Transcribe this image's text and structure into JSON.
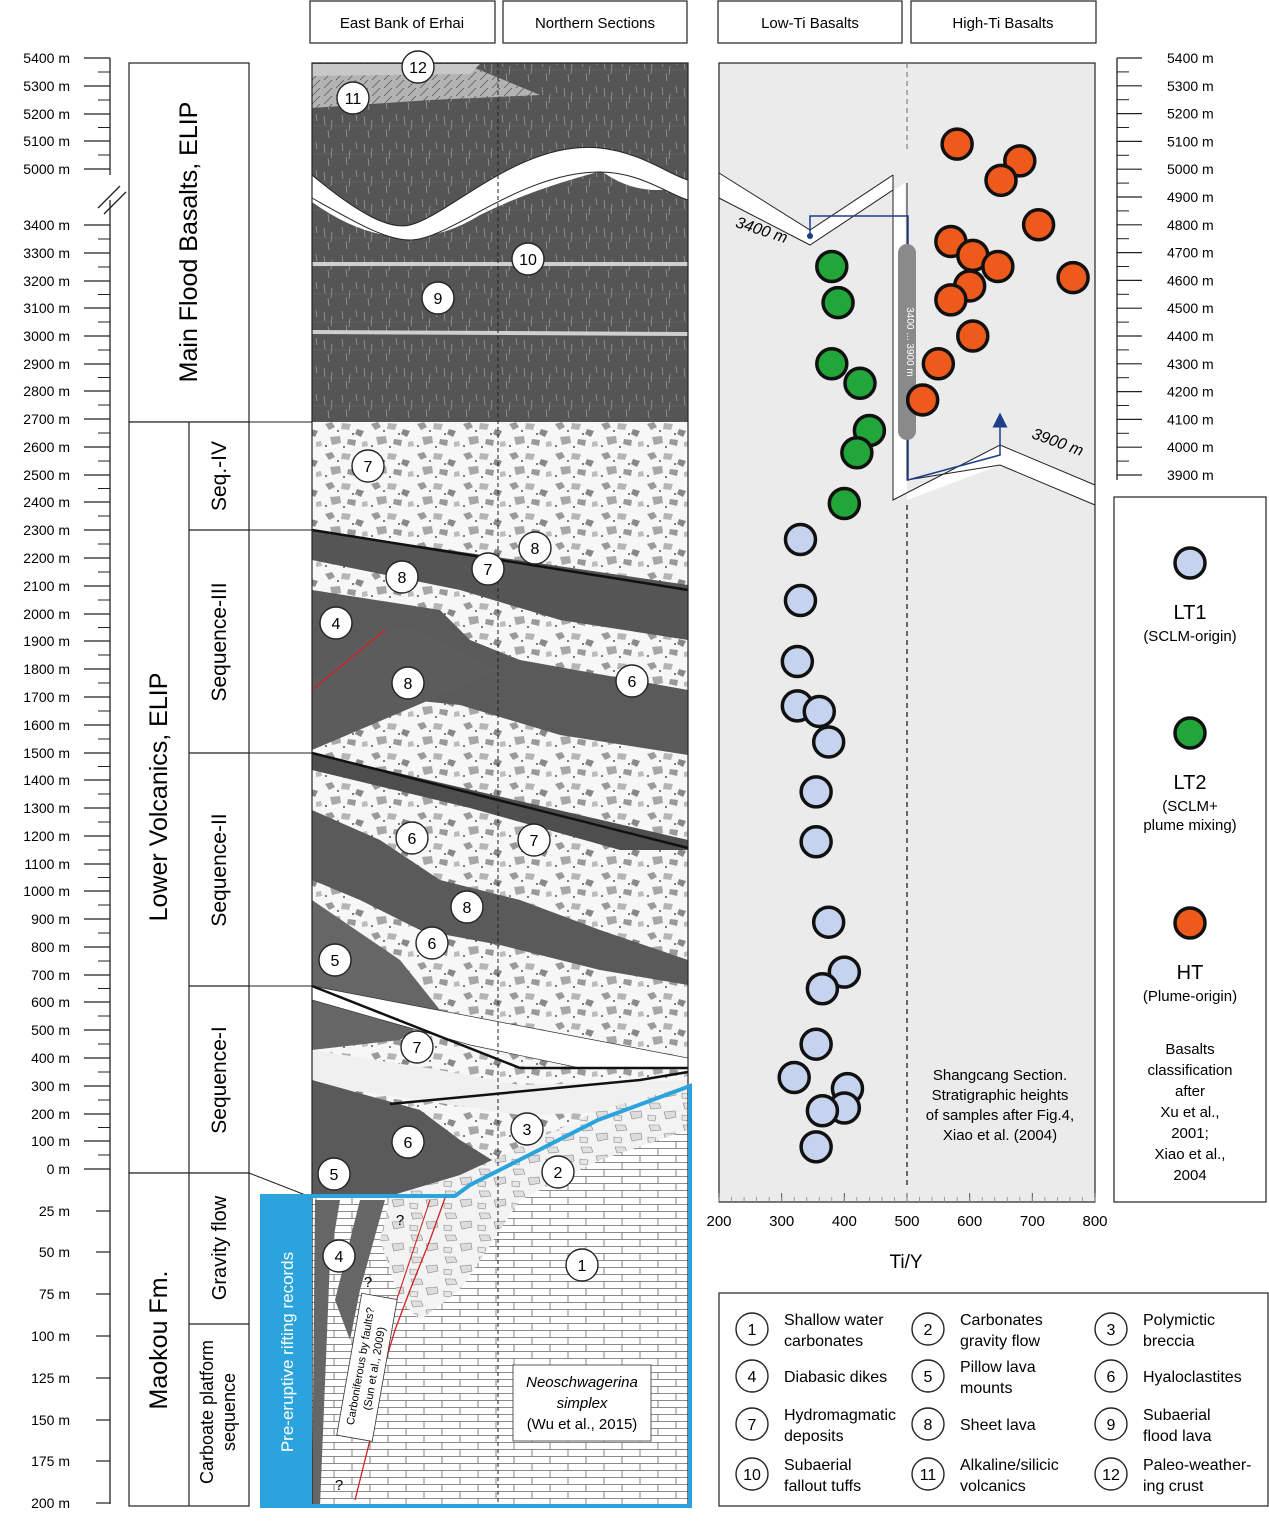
{
  "top_tabs": {
    "east_bank": "East Bank of Erhai",
    "northern": "Northern Sections",
    "low_ti": "Low-Ti Basalts",
    "high_ti": "High-Ti Basalts"
  },
  "left_scale": {
    "upper_ticks": [
      "5400 m",
      "5300 m",
      "5200 m",
      "5100 m",
      "5000 m",
      "3400 m",
      "3300 m",
      "3200 m",
      "3100 m",
      "3000 m",
      "2900 m",
      "2800 m",
      "2700 m",
      "2600 m",
      "2500 m",
      "2400 m",
      "2300 m",
      "2200 m",
      "2100 m",
      "2000 m",
      "1900 m",
      "1800 m",
      "1700 m",
      "1600 m",
      "1500 m",
      "1400 m",
      "1300 m",
      "1200 m",
      "1100 m",
      "1000 m",
      "900 m",
      "800 m",
      "700 m",
      "600 m",
      "500 m",
      "400 m",
      "300 m",
      "200 m",
      "100 m",
      "0 m"
    ],
    "lower_ticks": [
      "25 m",
      "50 m",
      "75 m",
      "100 m",
      "125 m",
      "150 m",
      "175 m",
      "200 m"
    ]
  },
  "right_scale": {
    "ticks": [
      "5400 m",
      "5300 m",
      "5200 m",
      "5100 m",
      "5000 m",
      "4900 m",
      "4800 m",
      "4700 m",
      "4600 m",
      "4500 m",
      "4400 m",
      "4300 m",
      "4200 m",
      "4100 m",
      "4000 m",
      "3900 m"
    ]
  },
  "units": {
    "main_flood": "Main Flood Basalts, ELIP",
    "lower_volcanics": "Lower Volcanics, ELIP",
    "maokou": "Maokou Fm.",
    "seq_iv": "Seq.-IV",
    "seq_iii": "Sequence-III",
    "seq_ii": "Sequence-II",
    "seq_i": "Sequence-I",
    "gravity_flow": "Gravity flow",
    "carb_platform_1": "Carboate platform",
    "carb_platform_2": "sequence",
    "rifting": "Pre-eruptive rifting records"
  },
  "annotations": {
    "carboniferous_1": "Carboniferous by faults?",
    "carboniferous_2": "(Sun et al., 2009)",
    "neo_1": "Neoschwagerina",
    "neo_2": "simplex",
    "neo_3": "(Wu et al., 2015)",
    "q": "?",
    "break_3400": "3400 m",
    "break_3900": "3900 m",
    "gap_label": "3400 ... 3900 m",
    "shangcang_1": "Shangcang Section.",
    "shangcang_2": "Stratigraphic heights",
    "shangcang_3": "of samples after Fig.4,",
    "shangcang_4": "Xiao et al. (2004)"
  },
  "legend_groups": [
    {
      "name": "LT1",
      "desc": [
        "(SCLM-origin)"
      ],
      "color": "#c5d3ee"
    },
    {
      "name": "LT2",
      "desc": [
        "(SCLM+",
        "plume mixing)"
      ],
      "color": "#22a63a"
    },
    {
      "name": "HT",
      "desc": [
        "(Plume-origin)"
      ],
      "color": "#ee5a1c"
    }
  ],
  "legend_note": [
    "Basalts",
    "classification",
    "after",
    "Xu et al.,",
    "2001;",
    "Xiao et al.,",
    "2004"
  ],
  "lithology_legend": [
    {
      "n": "1",
      "label": [
        "Shallow water",
        "carbonates"
      ]
    },
    {
      "n": "2",
      "label": [
        "Carbonates",
        "gravity flow"
      ]
    },
    {
      "n": "3",
      "label": [
        "Polymictic",
        "breccia"
      ]
    },
    {
      "n": "4",
      "label": [
        "Diabasic dikes"
      ]
    },
    {
      "n": "5",
      "label": [
        "Pillow lava",
        "mounts"
      ]
    },
    {
      "n": "6",
      "label": [
        "Hyaloclastites"
      ]
    },
    {
      "n": "7",
      "label": [
        "Hydromagmatic",
        "deposits"
      ]
    },
    {
      "n": "8",
      "label": [
        "Sheet lava"
      ]
    },
    {
      "n": "9",
      "label": [
        "Subaerial",
        "flood lava"
      ]
    },
    {
      "n": "10",
      "label": [
        "Subaerial",
        "fallout tuffs"
      ]
    },
    {
      "n": "11",
      "label": [
        "Alkaline/silicic",
        "volcanics"
      ]
    },
    {
      "n": "12",
      "label": [
        "Paleo-weather-",
        "ing crust"
      ]
    }
  ],
  "column_markers": [
    {
      "n": "12",
      "ref": "m12"
    },
    {
      "n": "11",
      "ref": "m11"
    },
    {
      "n": "10",
      "ref": "m10"
    },
    {
      "n": "9",
      "ref": "m9"
    },
    {
      "n": "7",
      "ref": "m7a"
    },
    {
      "n": "8",
      "ref": "m8a"
    },
    {
      "n": "7",
      "ref": "m7b"
    },
    {
      "n": "8",
      "ref": "m8b"
    },
    {
      "n": "4",
      "ref": "m4a"
    },
    {
      "n": "8",
      "ref": "m8c"
    },
    {
      "n": "6",
      "ref": "m6a"
    },
    {
      "n": "6",
      "ref": "m6b"
    },
    {
      "n": "7",
      "ref": "m7c"
    },
    {
      "n": "8",
      "ref": "m8d"
    },
    {
      "n": "6",
      "ref": "m6c"
    },
    {
      "n": "5",
      "ref": "m5a"
    },
    {
      "n": "7",
      "ref": "m7d"
    },
    {
      "n": "3",
      "ref": "m3"
    },
    {
      "n": "6",
      "ref": "m6d"
    },
    {
      "n": "5",
      "ref": "m5b"
    },
    {
      "n": "2",
      "ref": "m2"
    },
    {
      "n": "1",
      "ref": "m1"
    },
    {
      "n": "4",
      "ref": "m4b"
    }
  ],
  "chart_data": {
    "type": "scatter",
    "xlabel": "Ti/Y",
    "xlim": [
      200,
      800
    ],
    "x_ticks": [
      "200",
      "300",
      "400",
      "500",
      "600",
      "700",
      "800"
    ],
    "reference_line_x": 500,
    "y_units": "m",
    "series": [
      {
        "name": "LT1",
        "color": "#c5d3ee",
        "points": [
          [
            330,
            2270
          ],
          [
            330,
            2050
          ],
          [
            325,
            1830
          ],
          [
            325,
            1670
          ],
          [
            360,
            1650
          ],
          [
            375,
            1540
          ],
          [
            355,
            1360
          ],
          [
            355,
            1180
          ],
          [
            375,
            890
          ],
          [
            400,
            710
          ],
          [
            365,
            650
          ],
          [
            355,
            450
          ],
          [
            320,
            330
          ],
          [
            405,
            290
          ],
          [
            400,
            220
          ],
          [
            365,
            210
          ],
          [
            355,
            80
          ]
        ]
      },
      {
        "name": "LT2",
        "color": "#22a63a",
        "points": [
          [
            380,
            4650
          ],
          [
            390,
            4520
          ],
          [
            380,
            4300
          ],
          [
            425,
            4230
          ],
          [
            440,
            4060
          ],
          [
            420,
            3980
          ],
          [
            400,
            2400
          ]
        ]
      },
      {
        "name": "HT",
        "color": "#ee5a1c",
        "points": [
          [
            580,
            5090
          ],
          [
            680,
            5030
          ],
          [
            650,
            4960
          ],
          [
            710,
            4800
          ],
          [
            570,
            4740
          ],
          [
            605,
            4690
          ],
          [
            645,
            4650
          ],
          [
            765,
            4610
          ],
          [
            600,
            4580
          ],
          [
            570,
            4530
          ],
          [
            605,
            4400
          ],
          [
            550,
            4300
          ],
          [
            525,
            4170
          ]
        ]
      }
    ]
  }
}
